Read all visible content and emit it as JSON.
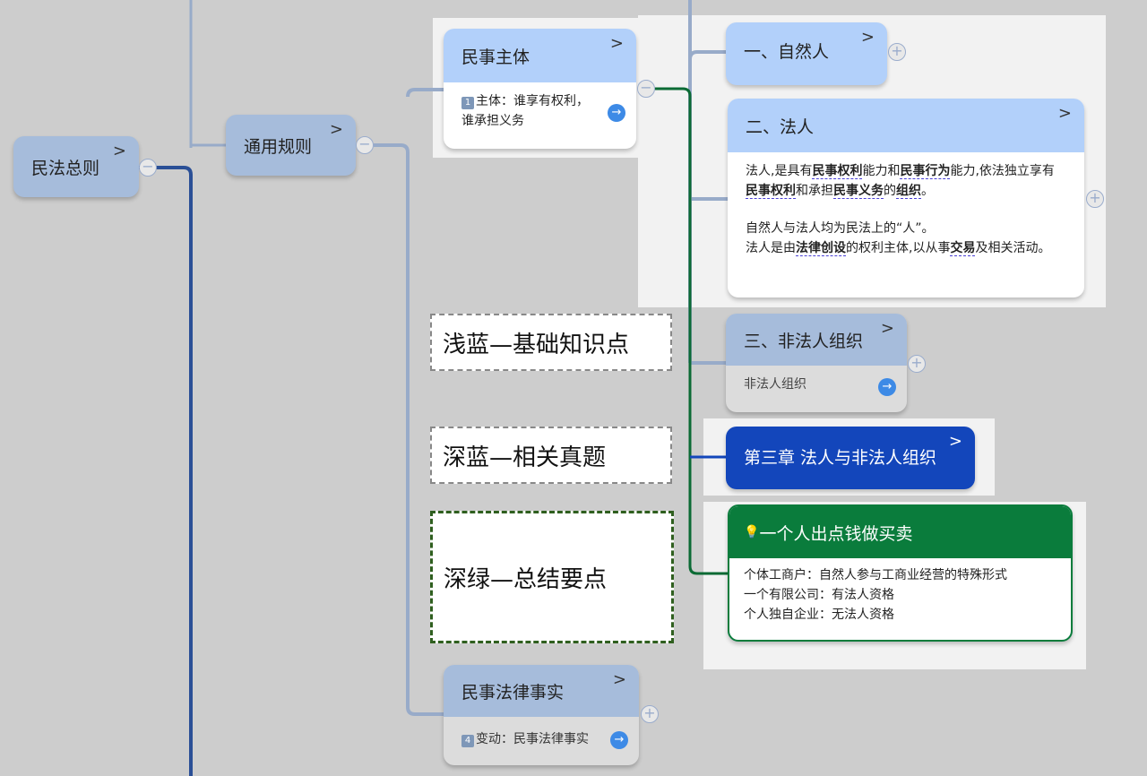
{
  "root": {
    "title": "民法总则"
  },
  "general": {
    "title": "通用规则"
  },
  "subject": {
    "title": "民事主体",
    "badge": "1",
    "body": "主体：谁享有权利，谁承担义务"
  },
  "natural": {
    "title": "一、自然人"
  },
  "legal": {
    "title": "二、法人",
    "p1": [
      "法人,是具有",
      "民事权利",
      "能力和",
      "民事行为",
      "能力,依法独立享有",
      "民事权利",
      "和承担",
      "民事义务",
      "的",
      "组织",
      "。"
    ],
    "p2": "自然人与法人均为民法上的“人”。",
    "p3": [
      "法人是由",
      "法律创设",
      "的权利主体,以从事",
      "交易",
      "及相关活动。"
    ]
  },
  "nonlegal": {
    "title": "三、非法人组织",
    "body": "非法人组织"
  },
  "chapter": {
    "title": "第三章 法人与非法人组织"
  },
  "summary": {
    "title": "一个人出点钱做买卖",
    "lines": [
      "个体工商户：自然人参与工商业经营的特殊形式",
      "一个有限公司：有法人资格",
      "个人独自企业：无法人资格"
    ]
  },
  "fact": {
    "title": "民事法律事实",
    "badge": "4",
    "body": "变动：民事法律事实"
  },
  "legend": [
    "浅蓝—基础知识点",
    "深蓝—相关真题",
    "深绿—总结要点"
  ],
  "icons": {
    "chevron": ">",
    "arrow": "→",
    "minus": "−",
    "plus": "+",
    "bulb": "💡"
  },
  "colors": {
    "light_blue": "#b2d0fa",
    "muted_blue": "#a6bcdb",
    "dark_blue": "#1346bb",
    "green": "#0a7c3c"
  }
}
